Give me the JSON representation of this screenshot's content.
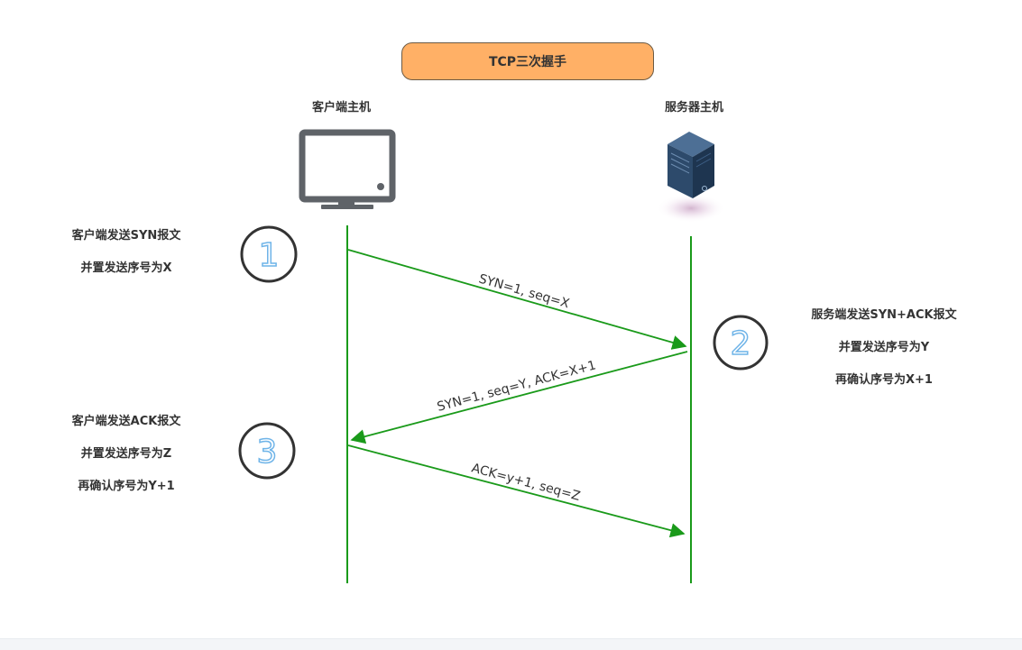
{
  "title": "TCP三次握手",
  "client": {
    "label": "客户端主机",
    "icon": "monitor-icon"
  },
  "server": {
    "label": "服务器主机",
    "icon": "server-icon"
  },
  "steps": [
    {
      "number": "1",
      "lines": [
        "客户端发送SYN报文",
        "并置发送序号为X"
      ]
    },
    {
      "number": "2",
      "lines": [
        "服务端发送SYN+ACK报文",
        "并置发送序号为Y",
        "再确认序号为X+1"
      ]
    },
    {
      "number": "3",
      "lines": [
        "客户端发送ACK报文",
        "并置发送序号为Z",
        "再确认序号为Y+1"
      ]
    }
  ],
  "messages": [
    {
      "label": "SYN=1, seq=X",
      "from": "client",
      "to": "server"
    },
    {
      "label": "SYN=1, seq=Y, ACK=X+1",
      "from": "server",
      "to": "client"
    },
    {
      "label": "ACK=y+1, seq=Z",
      "from": "client",
      "to": "server"
    }
  ],
  "colors": {
    "title_fill": "#ffb066",
    "lifeline": "#1a9a1a",
    "step_circle": "#333333",
    "step_digit": "#6fb4e8",
    "monitor": "#5f6368",
    "server": "#2d4a6b"
  }
}
